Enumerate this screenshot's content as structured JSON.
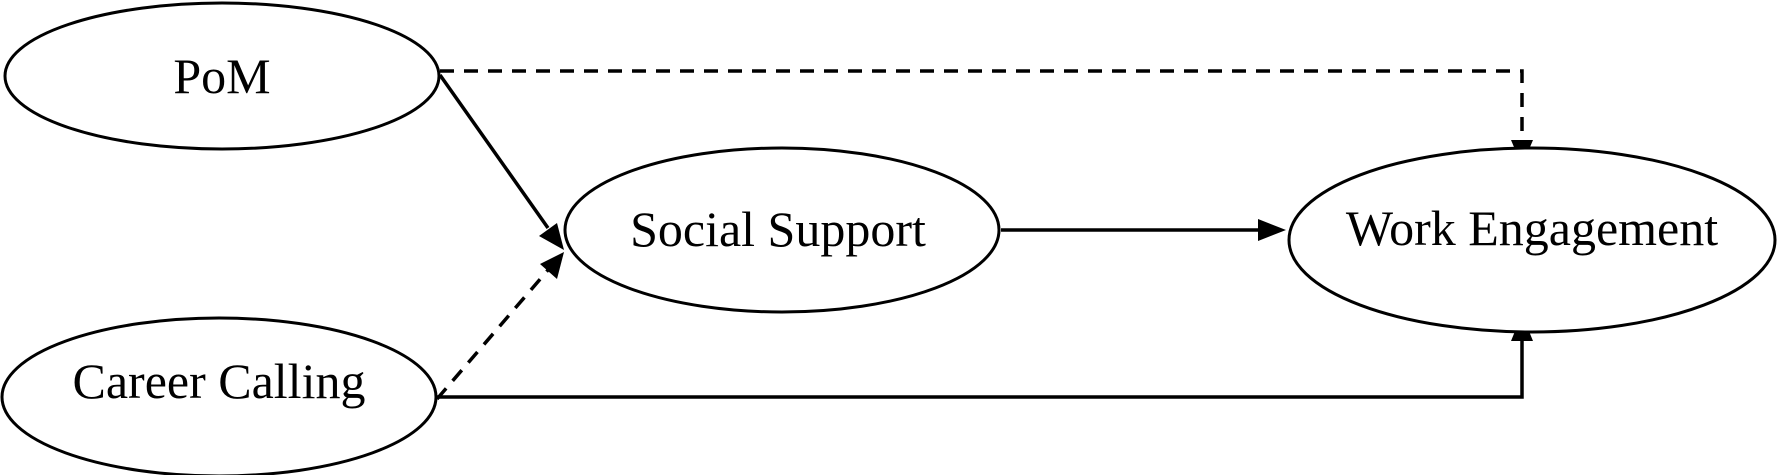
{
  "diagram": {
    "type": "path-model",
    "nodes": [
      {
        "id": "pom",
        "label": "PoM"
      },
      {
        "id": "career_calling",
        "label": "Career Calling"
      },
      {
        "id": "social_support",
        "label": "Social Support"
      },
      {
        "id": "work_engagement",
        "label": "Work Engagement"
      }
    ],
    "edges": [
      {
        "id": "pom_to_social_support",
        "from": "pom",
        "to": "social_support",
        "style": "solid"
      },
      {
        "id": "career_calling_to_social_support",
        "from": "career_calling",
        "to": "social_support",
        "style": "dashed"
      },
      {
        "id": "social_support_to_work_engagement",
        "from": "social_support",
        "to": "work_engagement",
        "style": "solid"
      },
      {
        "id": "pom_to_work_engagement",
        "from": "pom",
        "to": "work_engagement",
        "style": "dashed"
      },
      {
        "id": "career_calling_to_work_engagement",
        "from": "career_calling",
        "to": "work_engagement",
        "style": "solid"
      }
    ],
    "colors": {
      "stroke": "#000000",
      "background": "#ffffff"
    }
  }
}
